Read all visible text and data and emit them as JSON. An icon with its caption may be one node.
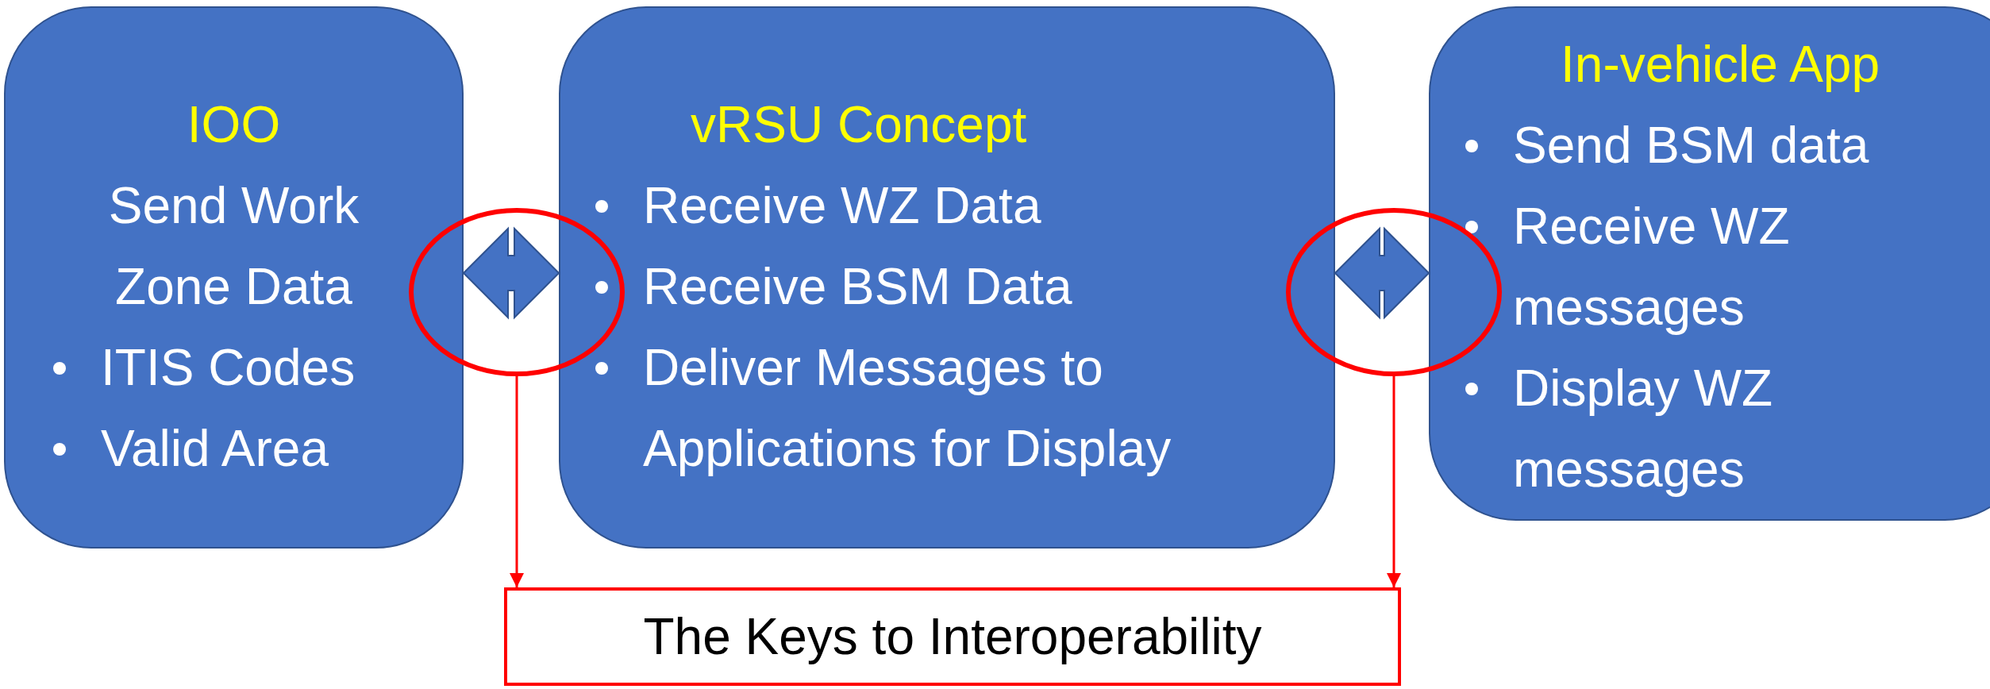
{
  "diagram": {
    "nodes": [
      {
        "text": [
          "IOO",
          "Send Work Zone Data",
          "ITIS Codes",
          "Valid Area"
        ]
      },
      {
        "text": [
          "vRSU Concept",
          "Receive WZ Data",
          "Receive BSM Data",
          "Deliver Messages to Applications for Display"
        ]
      },
      {
        "text": [
          "In-vehicle App",
          "Send BSM data",
          "Receive WZ messages",
          "Display WZ messages"
        ]
      },
      {
        "text": [],
        "shape": "circle"
      },
      {
        "text": [],
        "shape": "circle"
      },
      {
        "text": [
          "The Keys to Interoperability"
        ]
      }
    ],
    "edges": [
      {
        "from": 0,
        "to": 1,
        "arrow": "both",
        "style": "thick"
      },
      {
        "from": 1,
        "to": 2,
        "arrow": "both",
        "style": "thick"
      },
      {
        "from": 3,
        "to": 5,
        "arrow": "to",
        "color": "#ff0000"
      },
      {
        "from": 4,
        "to": 5,
        "arrow": "to",
        "color": "#ff0000"
      }
    ]
  }
}
